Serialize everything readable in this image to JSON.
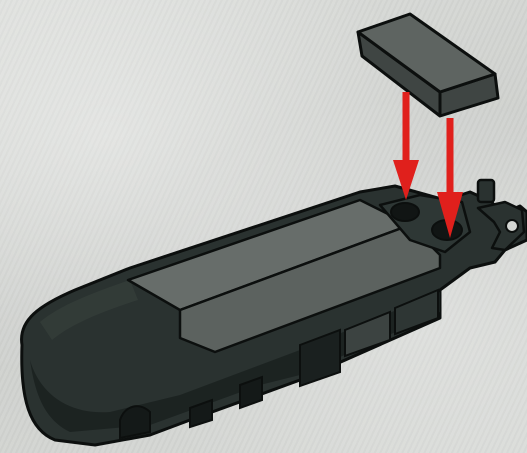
{
  "illustration": {
    "subject": "assembly-step",
    "colors": {
      "body": "#2a3230",
      "body_shadow": "#1b2120",
      "plate": "#5c625f",
      "plate_top": "#676d6a",
      "tile_top": "#5e6461",
      "tile_side": "#3f4543",
      "arrow": "#e0201c",
      "outline": "#0c0f0e",
      "background": "#d4d6d3"
    },
    "arrow_count": 2,
    "parts": [
      "tile-2x4",
      "vehicle-base"
    ]
  }
}
